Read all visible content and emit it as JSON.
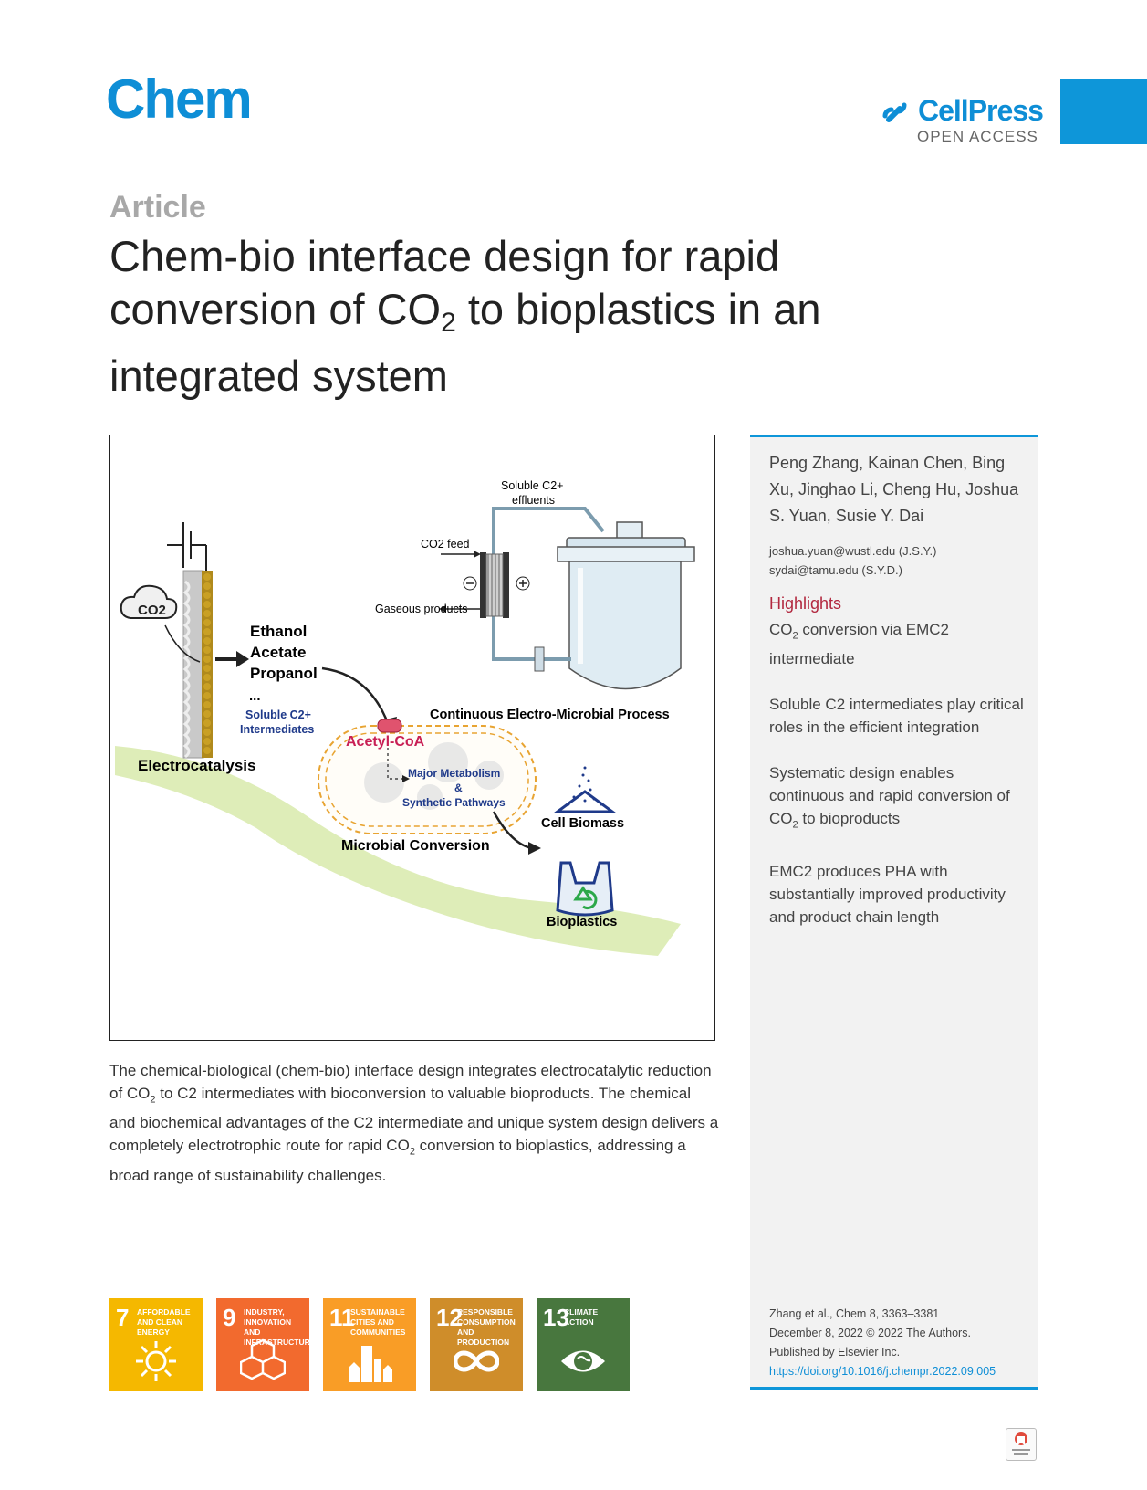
{
  "header": {
    "journal": "Chem",
    "publisher": "CellPress",
    "access": "OPEN ACCESS"
  },
  "article": {
    "type": "Article",
    "title_part1": "Chem-bio interface design for rapid conversion of CO",
    "title_sub": "2",
    "title_part2": " to bioplastics in an integrated system"
  },
  "figure": {
    "labels": {
      "co2": "CO2",
      "electrocatalysis": "Electrocatalysis",
      "ethanol": "Ethanol",
      "acetate": "Acetate",
      "propanol": "Propanol",
      "ellipsis": "...",
      "soluble_c2_line1": "Soluble C2+",
      "soluble_c2_line2": "Intermediates",
      "effluents_line1": "Soluble C2+",
      "effluents_line2": "effluents",
      "co2_feed": "CO2 feed",
      "gaseous": "Gaseous products",
      "continuous": "Continuous Electro-Microbial Process",
      "acetyl_coa": "Acetyl-CoA",
      "major_line1": "Major Metabolism",
      "major_line2": "&",
      "major_line3": "Synthetic Pathways",
      "cell_biomass": "Cell Biomass",
      "microbial": "Microbial Conversion",
      "bioplastics": "Bioplastics"
    }
  },
  "caption": {
    "p1": "The chemical-biological (chem-bio) interface design integrates electrocatalytic reduction of CO",
    "p2": " to C2 intermediates with bioconversion to valuable bioproducts. The chemical and biochemical advantages of the C2 intermediate and unique system design delivers a completely electrotrophic route for rapid CO",
    "p3": " conversion to bioplastics, addressing a broad range of sustainability challenges."
  },
  "sidebar": {
    "authors": "Peng Zhang, Kainan Chen, Bing Xu, Jinghao Li, Cheng Hu, Joshua S. Yuan, Susie Y. Dai",
    "email1": "joshua.yuan@wustl.edu (J.S.Y.)",
    "email2": "sydai@tamu.edu (S.Y.D.)",
    "highlights_title": "Highlights",
    "h1_a": "CO",
    "h1_b": " conversion via EMC2 intermediate",
    "h2": "Soluble C2 intermediates play critical roles in the efficient integration",
    "h3_a": "Systematic design enables continuous and rapid conversion of CO",
    "h3_b": " to bioproducts",
    "h4": "EMC2 produces PHA with substantially improved productivity and product chain length",
    "cite1": "Zhang et al., Chem 8, 3363–3381",
    "cite2": "December 8, 2022 © 2022 The Authors.",
    "cite3": "Published by Elsevier Inc.",
    "doi": "https://doi.org/10.1016/j.chempr.2022.09.005"
  },
  "sdgs": [
    {
      "num": "7",
      "label": "Affordable and clean energy",
      "color": "#f5b800"
    },
    {
      "num": "9",
      "label": "Industry, innovation and infrastructure",
      "color": "#f26a2e"
    },
    {
      "num": "11",
      "label": "Sustainable cities and communities",
      "color": "#f99d26"
    },
    {
      "num": "12",
      "label": "Responsible consumption and production",
      "color": "#cf8d2a"
    },
    {
      "num": "13",
      "label": "Climate action",
      "color": "#48773e"
    }
  ],
  "colors": {
    "brand_blue": "#0e8ed6",
    "highlight_red": "#b2283f"
  }
}
